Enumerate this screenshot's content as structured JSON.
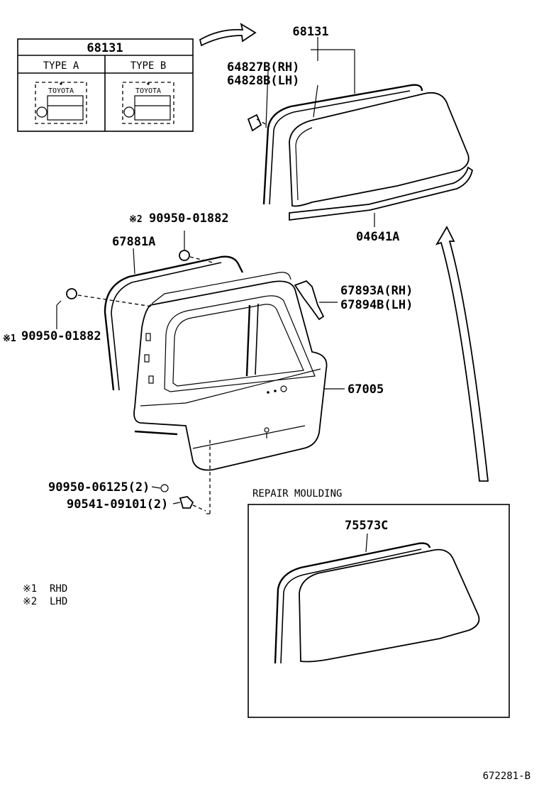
{
  "legend_table": {
    "part_no": "68131",
    "type_a": "TYPE A",
    "type_b": "TYPE B",
    "brand_a": "TOYOTA",
    "brand_b": "TOYOTA"
  },
  "labels": {
    "glass_assy": "68131",
    "stopper_rh": "64827B(RH)",
    "stopper_lh": "64828B(LH)",
    "moulding_lower": "04641A",
    "clip_lhd": "90950-01882",
    "clip_lhd_mark": "※2",
    "weatherstrip": "67881A",
    "clip_rhd": "90950-01882",
    "clip_rhd_mark": "※1",
    "hinge_rh": "67893A(RH)",
    "hinge_lh": "67894B(LH)",
    "back_door": "67005",
    "plug": "90950-06125(2)",
    "bolt": "90541-09101(2)",
    "repair_title": "REPAIR MOULDING",
    "repair_part": "75573C"
  },
  "notes": [
    {
      "mark": "※1",
      "text": "RHD"
    },
    {
      "mark": "※2",
      "text": "LHD"
    }
  ],
  "footer": {
    "drawing_id": "672281-B"
  }
}
